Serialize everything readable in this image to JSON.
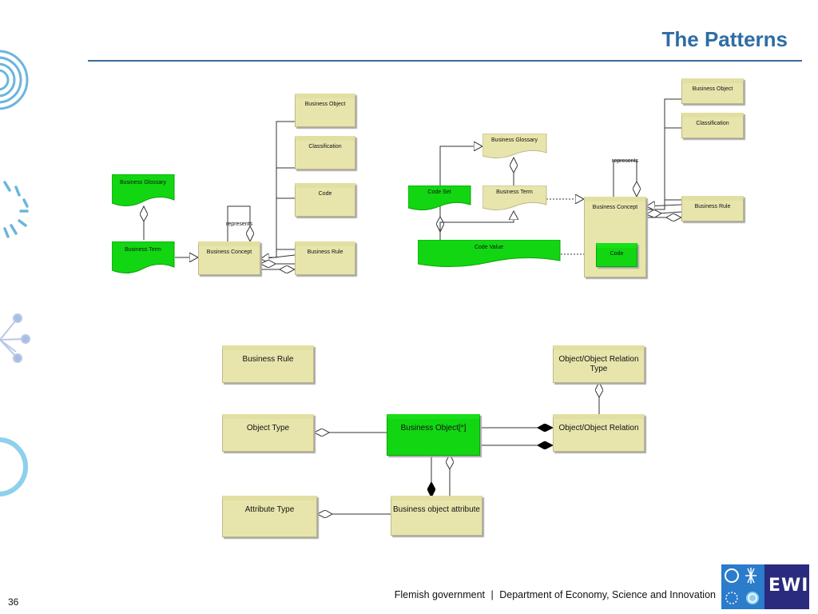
{
  "title": "The Patterns",
  "page_number": "36",
  "footer": {
    "left": "Flemish government",
    "separator": "|",
    "right": "Department of Economy, Science and Innovation"
  },
  "logo": {
    "text": "EWI"
  },
  "colors": {
    "title": "#2e6da4",
    "entity": "#e8e5ac",
    "highlight": "#12d612",
    "decoration": "#6bb5dc"
  },
  "diagram1": {
    "business_glossary": "Business Glossary",
    "business_term": "Business Term",
    "business_concept": "Business Concept",
    "represents": "represents",
    "business_object": "Business Object",
    "classification": "Classification",
    "code": "Code",
    "business_rule": "Business Rule"
  },
  "diagram2": {
    "business_glossary": "Business Glossary",
    "code_set": "Code Set",
    "business_term": "Business Term",
    "code_value": "Code Value",
    "business_concept": "Business Concept",
    "code": "Code",
    "represents": "represents",
    "business_object": "Business Object",
    "classification": "Classification",
    "business_rule": "Business Rule"
  },
  "diagram3": {
    "business_rule": "Business Rule",
    "object_type": "Object Type",
    "business_object": "Business Object[*]",
    "object_relation_type": "Object/Object Relation Type",
    "object_relation": "Object/Object Relation",
    "attribute_type": "Attribute Type",
    "business_object_attribute": "Business object attribute"
  }
}
